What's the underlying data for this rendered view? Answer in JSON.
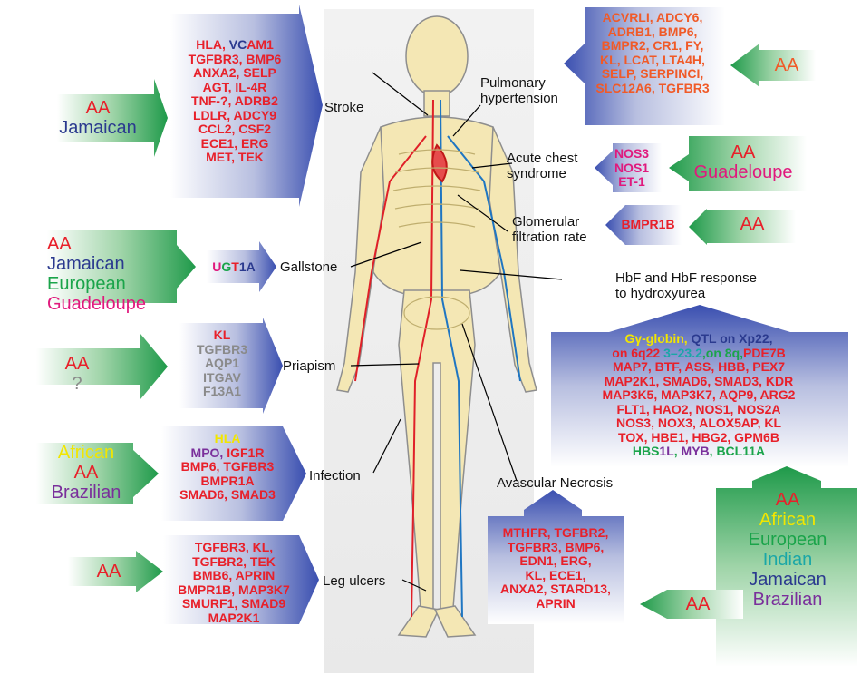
{
  "colors": {
    "red": "#e8202a",
    "blue": "#2b3a8f",
    "green": "#1aa44a",
    "magenta": "#e0197d",
    "yellow": "#f2e600",
    "purple": "#7a2f9b",
    "teal": "#1aa7a7",
    "gray": "#8a8a8a",
    "orange": "#f05a28"
  },
  "conditions": {
    "stroke": "Stroke",
    "pulmonary": [
      "Pulmonary",
      "hypertension"
    ],
    "acute_chest": [
      "Acute chest",
      "syndrome"
    ],
    "glomerular": [
      "Glomerular",
      "filtration rate"
    ],
    "gallstone": "Gallstone",
    "hbf": [
      "HbF and HbF response",
      "to hydroxyurea"
    ],
    "priapism": "Priapism",
    "infection": "Infection",
    "avascular": "Avascular Necrosis",
    "leg_ulcers": "Leg ulcers"
  },
  "populations": {
    "stroke": [
      {
        "t": "AA",
        "c": "red"
      },
      {
        "t": "Jamaican",
        "c": "blue"
      }
    ],
    "gallstone": [
      {
        "t": "AA",
        "c": "red"
      },
      {
        "t": "Jamaican",
        "c": "blue"
      },
      {
        "t": "European",
        "c": "green"
      },
      {
        "t": "Guadeloupe",
        "c": "magenta"
      }
    ],
    "priapism": [
      {
        "t": "AA",
        "c": "red"
      },
      {
        "t": "?",
        "c": "gray"
      }
    ],
    "infection": [
      {
        "t": "African",
        "c": "yellow"
      },
      {
        "t": "AA",
        "c": "red"
      },
      {
        "t": "Brazilian",
        "c": "purple"
      }
    ],
    "leg_ulcers": [
      {
        "t": "AA",
        "c": "red"
      }
    ],
    "pulmonary": [
      {
        "t": "AA",
        "c": "orange"
      }
    ],
    "acute_chest": [
      {
        "t": "AA",
        "c": "red"
      },
      {
        "t": "Guadeloupe",
        "c": "magenta"
      }
    ],
    "glomerular": [
      {
        "t": "AA",
        "c": "red"
      }
    ],
    "avascular": [
      {
        "t": "AA",
        "c": "red"
      }
    ],
    "hbf": [
      {
        "t": "AA",
        "c": "red"
      },
      {
        "t": "African",
        "c": "yellow"
      },
      {
        "t": "European",
        "c": "green"
      },
      {
        "t": "Indian",
        "c": "teal"
      },
      {
        "t": "Jamaican",
        "c": "blue"
      },
      {
        "t": "Brazilian",
        "c": "purple"
      }
    ]
  },
  "genes": {
    "stroke": [
      [
        {
          "t": "HLA, ",
          "c": "red"
        },
        {
          "t": "VC",
          "c": "blue"
        },
        {
          "t": "AM1",
          "c": "red"
        }
      ],
      [
        {
          "t": "TGFBR3, BMP6",
          "c": "red"
        }
      ],
      [
        {
          "t": "ANXA2, SELP",
          "c": "red"
        }
      ],
      [
        {
          "t": "AGT, IL-4R",
          "c": "red"
        }
      ],
      [
        {
          "t": "TNF-?, ADRB2",
          "c": "red"
        }
      ],
      [
        {
          "t": "LDLR, ADCY9",
          "c": "red"
        }
      ],
      [
        {
          "t": "CCL2, CSF2",
          "c": "red"
        }
      ],
      [
        {
          "t": "ECE1, ERG",
          "c": "red"
        }
      ],
      [
        {
          "t": "MET, TEK",
          "c": "red"
        }
      ]
    ],
    "gallstone": [
      [
        {
          "t": "U",
          "c": "magenta"
        },
        {
          "t": "G",
          "c": "green"
        },
        {
          "t": "T",
          "c": "red"
        },
        {
          "t": "1A",
          "c": "blue"
        }
      ]
    ],
    "priapism": [
      [
        {
          "t": "KL",
          "c": "red"
        }
      ],
      [
        {
          "t": "TGFBR3",
          "c": "gray"
        }
      ],
      [
        {
          "t": "AQP1",
          "c": "gray"
        }
      ],
      [
        {
          "t": "ITGAV",
          "c": "gray"
        }
      ],
      [
        {
          "t": "F13A1",
          "c": "gray"
        }
      ]
    ],
    "infection": [
      [
        {
          "t": "HLA",
          "c": "yellow"
        }
      ],
      [
        {
          "t": "MPO, ",
          "c": "purple"
        },
        {
          "t": "IGF1R",
          "c": "red"
        }
      ],
      [
        {
          "t": "BMP6, TGFBR3",
          "c": "red"
        }
      ],
      [
        {
          "t": "BMPR1A",
          "c": "red"
        }
      ],
      [
        {
          "t": "SMAD6, SMAD3",
          "c": "red"
        }
      ]
    ],
    "leg_ulcers": [
      [
        {
          "t": "TGFBR3, KL,",
          "c": "red"
        }
      ],
      [
        {
          "t": "TGFBR2, TEK",
          "c": "red"
        }
      ],
      [
        {
          "t": "BMB6, APRIN",
          "c": "red"
        }
      ],
      [
        {
          "t": "BMPR1B, MAP3K7",
          "c": "red"
        }
      ],
      [
        {
          "t": "SMURF1, SMAD9",
          "c": "red"
        }
      ],
      [
        {
          "t": "MAP2K1",
          "c": "red"
        }
      ]
    ],
    "pulmonary": [
      [
        {
          "t": "ACVRLI, ADCY6,",
          "c": "orange"
        }
      ],
      [
        {
          "t": "ADRB1, BMP6,",
          "c": "orange"
        }
      ],
      [
        {
          "t": "BMPR2, CR1, FY,",
          "c": "orange"
        }
      ],
      [
        {
          "t": "KL, LCAT, LTA4H,",
          "c": "orange"
        }
      ],
      [
        {
          "t": "SELP, SERPINCI,",
          "c": "orange"
        }
      ],
      [
        {
          "t": "SLC12A6, TGFBR3",
          "c": "orange"
        }
      ]
    ],
    "acute_chest": [
      [
        {
          "t": "NOS3",
          "c": "magenta"
        }
      ],
      [
        {
          "t": "NOS1",
          "c": "magenta"
        }
      ],
      [
        {
          "t": "ET-1",
          "c": "magenta"
        }
      ]
    ],
    "glomerular": [
      [
        {
          "t": "BMPR1B",
          "c": "red"
        }
      ]
    ],
    "avascular": [
      [
        {
          "t": "MTHFR, TGFBR2,",
          "c": "red"
        }
      ],
      [
        {
          "t": "TGFBR3, BMP6,",
          "c": "red"
        }
      ],
      [
        {
          "t": "EDN1, ERG,",
          "c": "red"
        }
      ],
      [
        {
          "t": "KL, ECE1,",
          "c": "red"
        }
      ],
      [
        {
          "t": "ANXA2, STARD13,",
          "c": "red"
        }
      ],
      [
        {
          "t": "APRIN",
          "c": "red"
        }
      ]
    ],
    "hbf": [
      [
        {
          "t": "Gγ-globin, ",
          "c": "yellow"
        },
        {
          "t": "QTL on Xp22,",
          "c": "blue"
        }
      ],
      [
        {
          "t": "on 6q22 ",
          "c": "red"
        },
        {
          "t": "3–23.2",
          "c": "teal"
        },
        {
          "t": ",on 8q,",
          "c": "green"
        },
        {
          "t": "PDE7B",
          "c": "red"
        }
      ],
      [
        {
          "t": "MAP7, BTF, ASS, HBB, PEX7",
          "c": "red"
        }
      ],
      [
        {
          "t": "MAP2K1, SMAD6, SMAD3, KDR",
          "c": "red"
        }
      ],
      [
        {
          "t": "MAP3K5, MAP3K7, AQP9, ARG2",
          "c": "red"
        }
      ],
      [
        {
          "t": "FLT1, HAO2, NOS1, NOS2A",
          "c": "red"
        }
      ],
      [
        {
          "t": "NOS3, NOX3, ALOX5AP, KL",
          "c": "red"
        }
      ],
      [
        {
          "t": "TOX, HBE1, HBG2, GPM6B",
          "c": "red"
        }
      ],
      [
        {
          "t": "HBS",
          "c": "green"
        },
        {
          "t": "1L",
          "c": "purple"
        },
        {
          "t": ", ",
          "c": "green"
        },
        {
          "t": "MYB",
          "c": "purple"
        },
        {
          "t": ", BCL11A",
          "c": "green"
        }
      ]
    ]
  }
}
